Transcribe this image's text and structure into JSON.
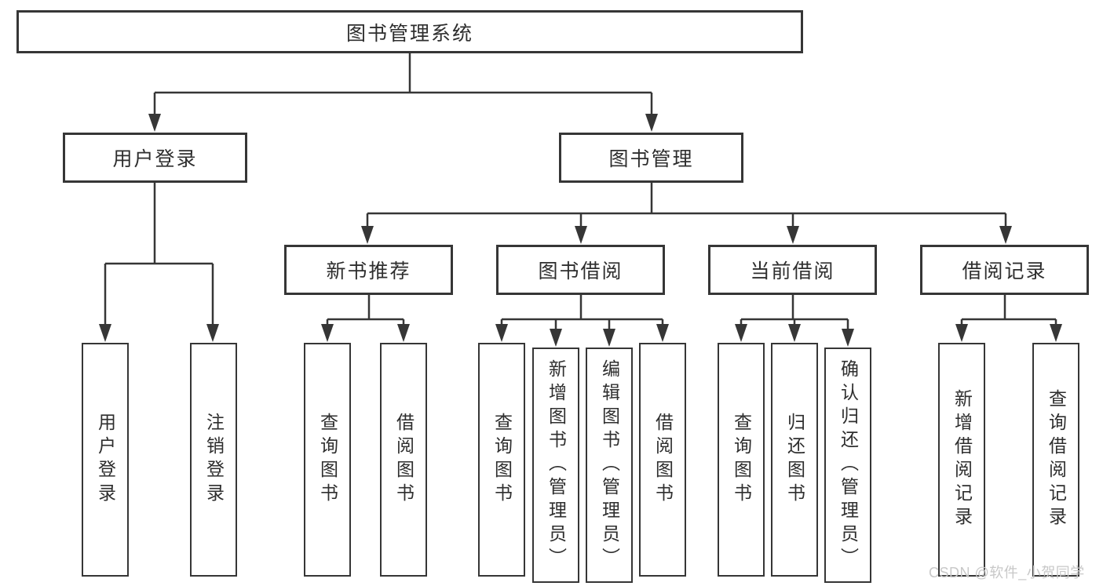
{
  "tree": {
    "root": {
      "label": "图书管理系统"
    },
    "level2": [
      {
        "label": "用户登录"
      },
      {
        "label": "图书管理"
      }
    ],
    "level3": [
      {
        "label": "新书推荐",
        "parent": "图书管理"
      },
      {
        "label": "图书借阅",
        "parent": "图书管理"
      },
      {
        "label": "当前借阅",
        "parent": "图书管理"
      },
      {
        "label": "借阅记录",
        "parent": "图书管理"
      }
    ],
    "leaves": [
      {
        "label": "用户登录",
        "parent": "用户登录"
      },
      {
        "label": "注销登录",
        "parent": "用户登录"
      },
      {
        "label": "查询图书",
        "parent": "新书推荐"
      },
      {
        "label": "借阅图书",
        "parent": "新书推荐"
      },
      {
        "label": "查询图书",
        "parent": "图书借阅"
      },
      {
        "label": "新增图书（管理员）",
        "parent": "图书借阅"
      },
      {
        "label": "编辑图书（管理员）",
        "parent": "图书借阅"
      },
      {
        "label": "借阅图书",
        "parent": "图书借阅"
      },
      {
        "label": "查询图书",
        "parent": "当前借阅"
      },
      {
        "label": "归还图书",
        "parent": "当前借阅"
      },
      {
        "label": "确认归还（管理员）",
        "parent": "当前借阅"
      },
      {
        "label": "新增借阅记录",
        "parent": "借阅记录"
      },
      {
        "label": "查询借阅记录",
        "parent": "借阅记录"
      }
    ]
  },
  "watermark": "CSDN @软件_小贺同学",
  "colors": {
    "line": "#363636",
    "text": "#2e2e2e",
    "watermark": "#c8c8c8",
    "background": "#ffffff"
  }
}
